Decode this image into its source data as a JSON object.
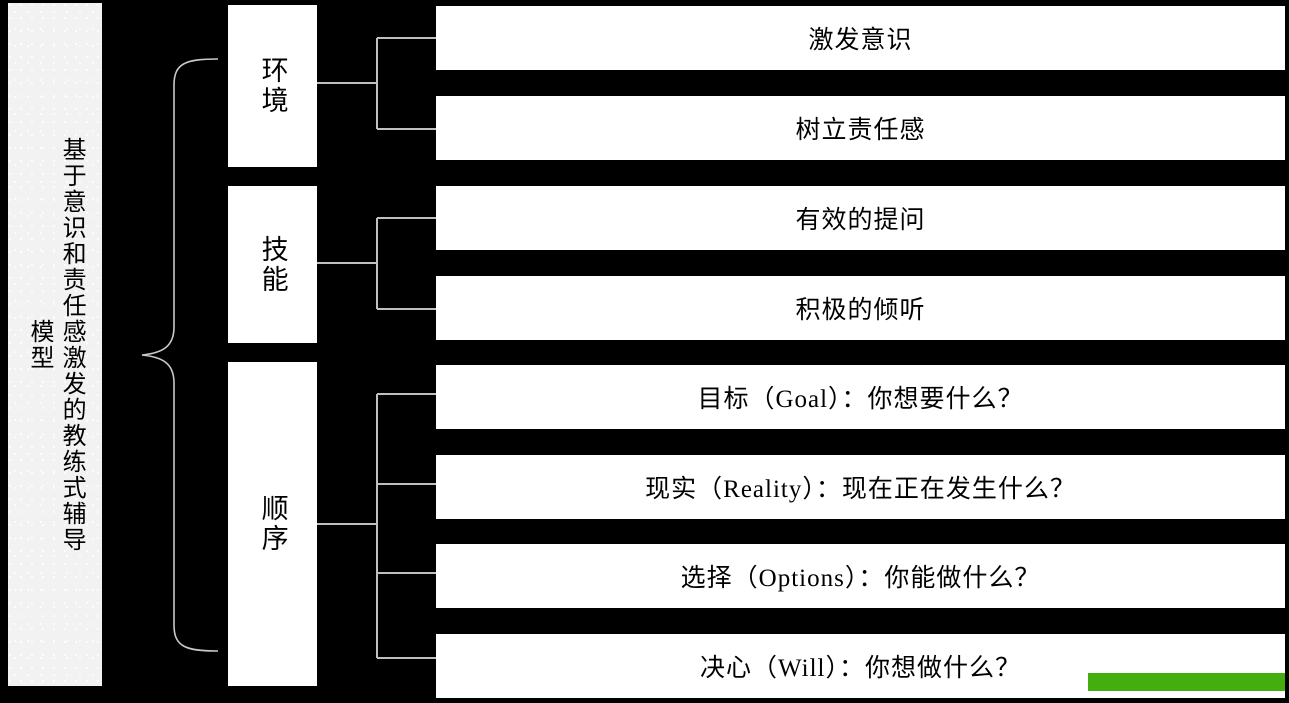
{
  "diagram": {
    "type": "tree",
    "orientation": "left-to-right",
    "title": {
      "text": "基于意识和责任感激发的教练式辅导模型",
      "writing_mode": "vertical-rl",
      "background_color": "#F2F2F2"
    },
    "branches": [
      {
        "label": "环境",
        "leaves": [
          "激发意识",
          "树立责任感"
        ]
      },
      {
        "label": "技能",
        "leaves": [
          "有效的提问",
          "积极的倾听"
        ]
      },
      {
        "label": "顺序",
        "leaves": [
          "目标（Goal）：你想要什么？",
          "现实（Reality）：现在正在发生什么？",
          "选择（Options）：你能做什么？",
          "决心（Will）：你想做什么？"
        ]
      }
    ],
    "leaves_flat": [
      "激发意识",
      "树立责任感",
      "有效的提问",
      "积极的倾听",
      "目标（Goal）：你想要什么？",
      "现实（Reality）：现在正在发生什么？",
      "选择（Options）：你能做什么？",
      "决心（Will）：你想做什么？"
    ],
    "mid_labels": [
      "环境",
      "技能",
      "顺序"
    ],
    "colors": {
      "background": "#000000",
      "box_fill": "#FFFFFF",
      "title_fill": "#F2F2F2",
      "text": "#000000",
      "connector": "#BFBFBF",
      "accent_green": "#44AE0E"
    },
    "accent_bar": {
      "name": "green-accent-bar",
      "color": "#44AE0E"
    }
  }
}
